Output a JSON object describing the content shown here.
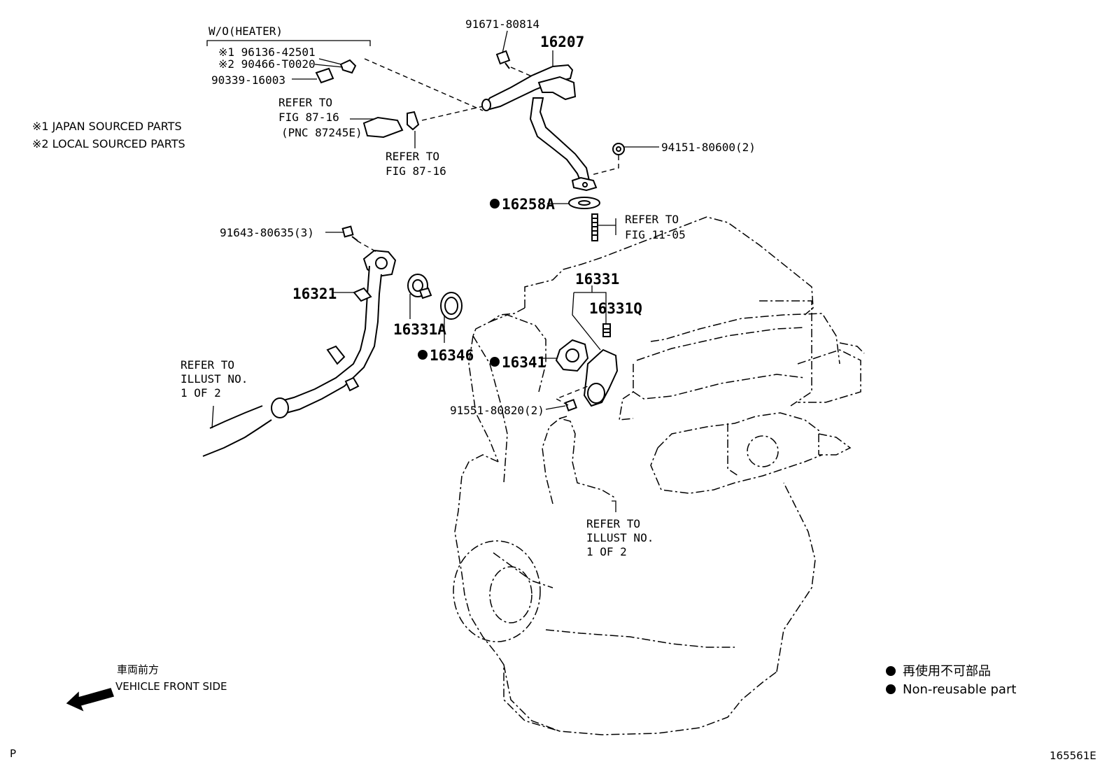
{
  "labels": {
    "wo_heater": "W/O(HEATER)",
    "p96136": "※1 96136-42501",
    "p90466": "※2 90466-T0020",
    "p90339": "90339-16003",
    "p91671": "91671-80814",
    "p16207": "16207",
    "p94151": "94151-80600(2)",
    "p16258a": "16258A",
    "p91643": "91643-80635(3)",
    "p16321": "16321",
    "p16331a": "16331A",
    "p16346": "16346",
    "p16331": "16331",
    "p16331q": "16331Q",
    "p16341": "16341",
    "p91551": "91551-80820(2)"
  },
  "refs": {
    "fig8716_a": [
      "REFER TO",
      "FIG 87-16",
      "(PNC 87245E)"
    ],
    "fig8716_b": [
      "REFER TO",
      "FIG 87-16"
    ],
    "fig1105": [
      "REFER TO",
      "FIG 11-05"
    ],
    "illust_left": [
      "REFER TO",
      "ILLUST NO.",
      "1 OF 2"
    ],
    "illust_bottom": [
      "REFER TO",
      "ILLUST NO.",
      "1 OF 2"
    ]
  },
  "notes": {
    "japan": "※1 JAPAN SOURCED PARTS",
    "local": "※2 LOCAL SOURCED PARTS"
  },
  "direction": {
    "jp": "車両前方",
    "en": "VEHICLE FRONT SIDE"
  },
  "legend": {
    "jp": "再使用不可部品",
    "en": "Non-reusable part"
  },
  "corner": {
    "left": "P",
    "right": "165561E"
  }
}
